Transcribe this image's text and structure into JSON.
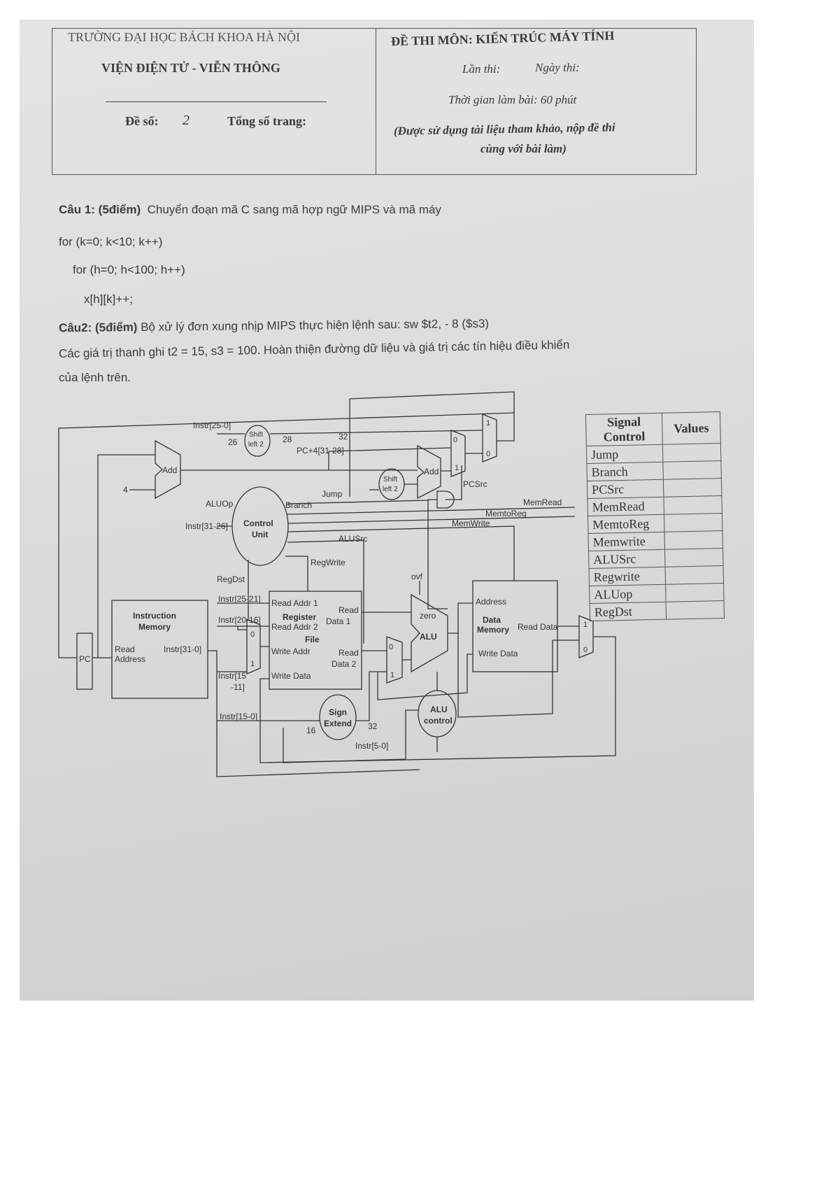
{
  "header": {
    "university": "TRƯỜNG ĐẠI HỌC BÁCH KHOA HÀ NỘI",
    "institute": "VIỆN ĐIỆN TỬ - VIỄN THÔNG",
    "exam_no_label": "Đề số:",
    "exam_no_value": "2",
    "total_pages_label": "Tổng số trang:",
    "subject": "ĐỀ THI MÔN: KIẾN TRÚC MÁY TÍNH",
    "attempt_label": "Lần thi:",
    "date_label": "Ngày thi:",
    "duration": "Thời gian làm bài: 60  phút",
    "note_line1": "(Được sử dụng tài liệu tham khảo, nộp đề thi",
    "note_line2": "cùng với bài làm)"
  },
  "q1": {
    "title": "Câu 1: (5điểm)",
    "text": "Chuyển đoạn mã C sang mã hợp ngữ MIPS và mã máy",
    "code": [
      "for (k=0; k<10; k++)",
      "for (h=0; h<100; h++)",
      "x[h][k]++;"
    ]
  },
  "q2": {
    "title": "Câu2:  (5điểm)",
    "text": "Bộ xử lý đơn xung nhịp MIPS thực hiện lệnh sau:  sw $t2, - 8 ($s3)",
    "line2": "Các giá trị thanh ghi t2  = 15, s3 = 100.  Hoàn thiện đường dữ liệu và giá trị các tín hiệu điều khiển",
    "line3": "của lệnh trên."
  },
  "diagram": {
    "pc": "PC",
    "imem1": "Instruction",
    "imem2": "Memory",
    "read": "Read",
    "address": "Address",
    "instr31_0": "Instr[31-0]",
    "add": "Add",
    "four": "4",
    "shift1": "Shift",
    "shift2": "left 2",
    "instr25_0": "Instr[25-0]",
    "n26": "26",
    "n28": "28",
    "n32": "32",
    "pc4": "PC+4[31-28]",
    "cu1": "Control",
    "cu2": "Unit",
    "instr31_26": "Instr[31-26]",
    "aluop": "ALUOp",
    "branch": "Branch",
    "jump": "Jump",
    "memread": "MemRead",
    "memtoreg": "MemtoReg",
    "memwrite": "MemWrite",
    "alusrc": "ALUSrc",
    "regwrite": "RegWrite",
    "regdst": "RegDst",
    "ra1": "Read Addr 1",
    "ra2": "Read Addr 2",
    "rf1": "Register",
    "rf2": "File",
    "wa": "Write Addr",
    "wd": "Write Data",
    "rd1a": "Read",
    "rd1b": "Data 1",
    "rd2a": "Read",
    "rd2b": "Data 2",
    "instr25_21": "Instr[25-21]",
    "instr20_16": "Instr[20-16]",
    "instr15a": "Instr[15",
    "instr15b": "-11]",
    "instr15_0": "Instr[15-0]",
    "instr5_0": "Instr[5-0]",
    "zero": "zero",
    "alu": "ALU",
    "ovf": "ovf",
    "pcsrc": "PCSrc",
    "dm_addr": "Address",
    "dm1": "Data",
    "dm2": "Memory",
    "dm_rd": "Read Data",
    "dm_wd": "Write Data",
    "se1": "Sign",
    "se2": "Extend",
    "n16": "16",
    "alc1": "ALU",
    "alc2": "control",
    "m0": "0",
    "m1": "1"
  },
  "signal_table": {
    "headers": [
      "Signal Control",
      "Values"
    ],
    "rows": [
      "Jump",
      "Branch",
      "PCSrc",
      "MemRead",
      "MemtoReg",
      "Memwrite",
      "ALUSrc",
      "Regwrite",
      "ALUop",
      "RegDst"
    ]
  }
}
